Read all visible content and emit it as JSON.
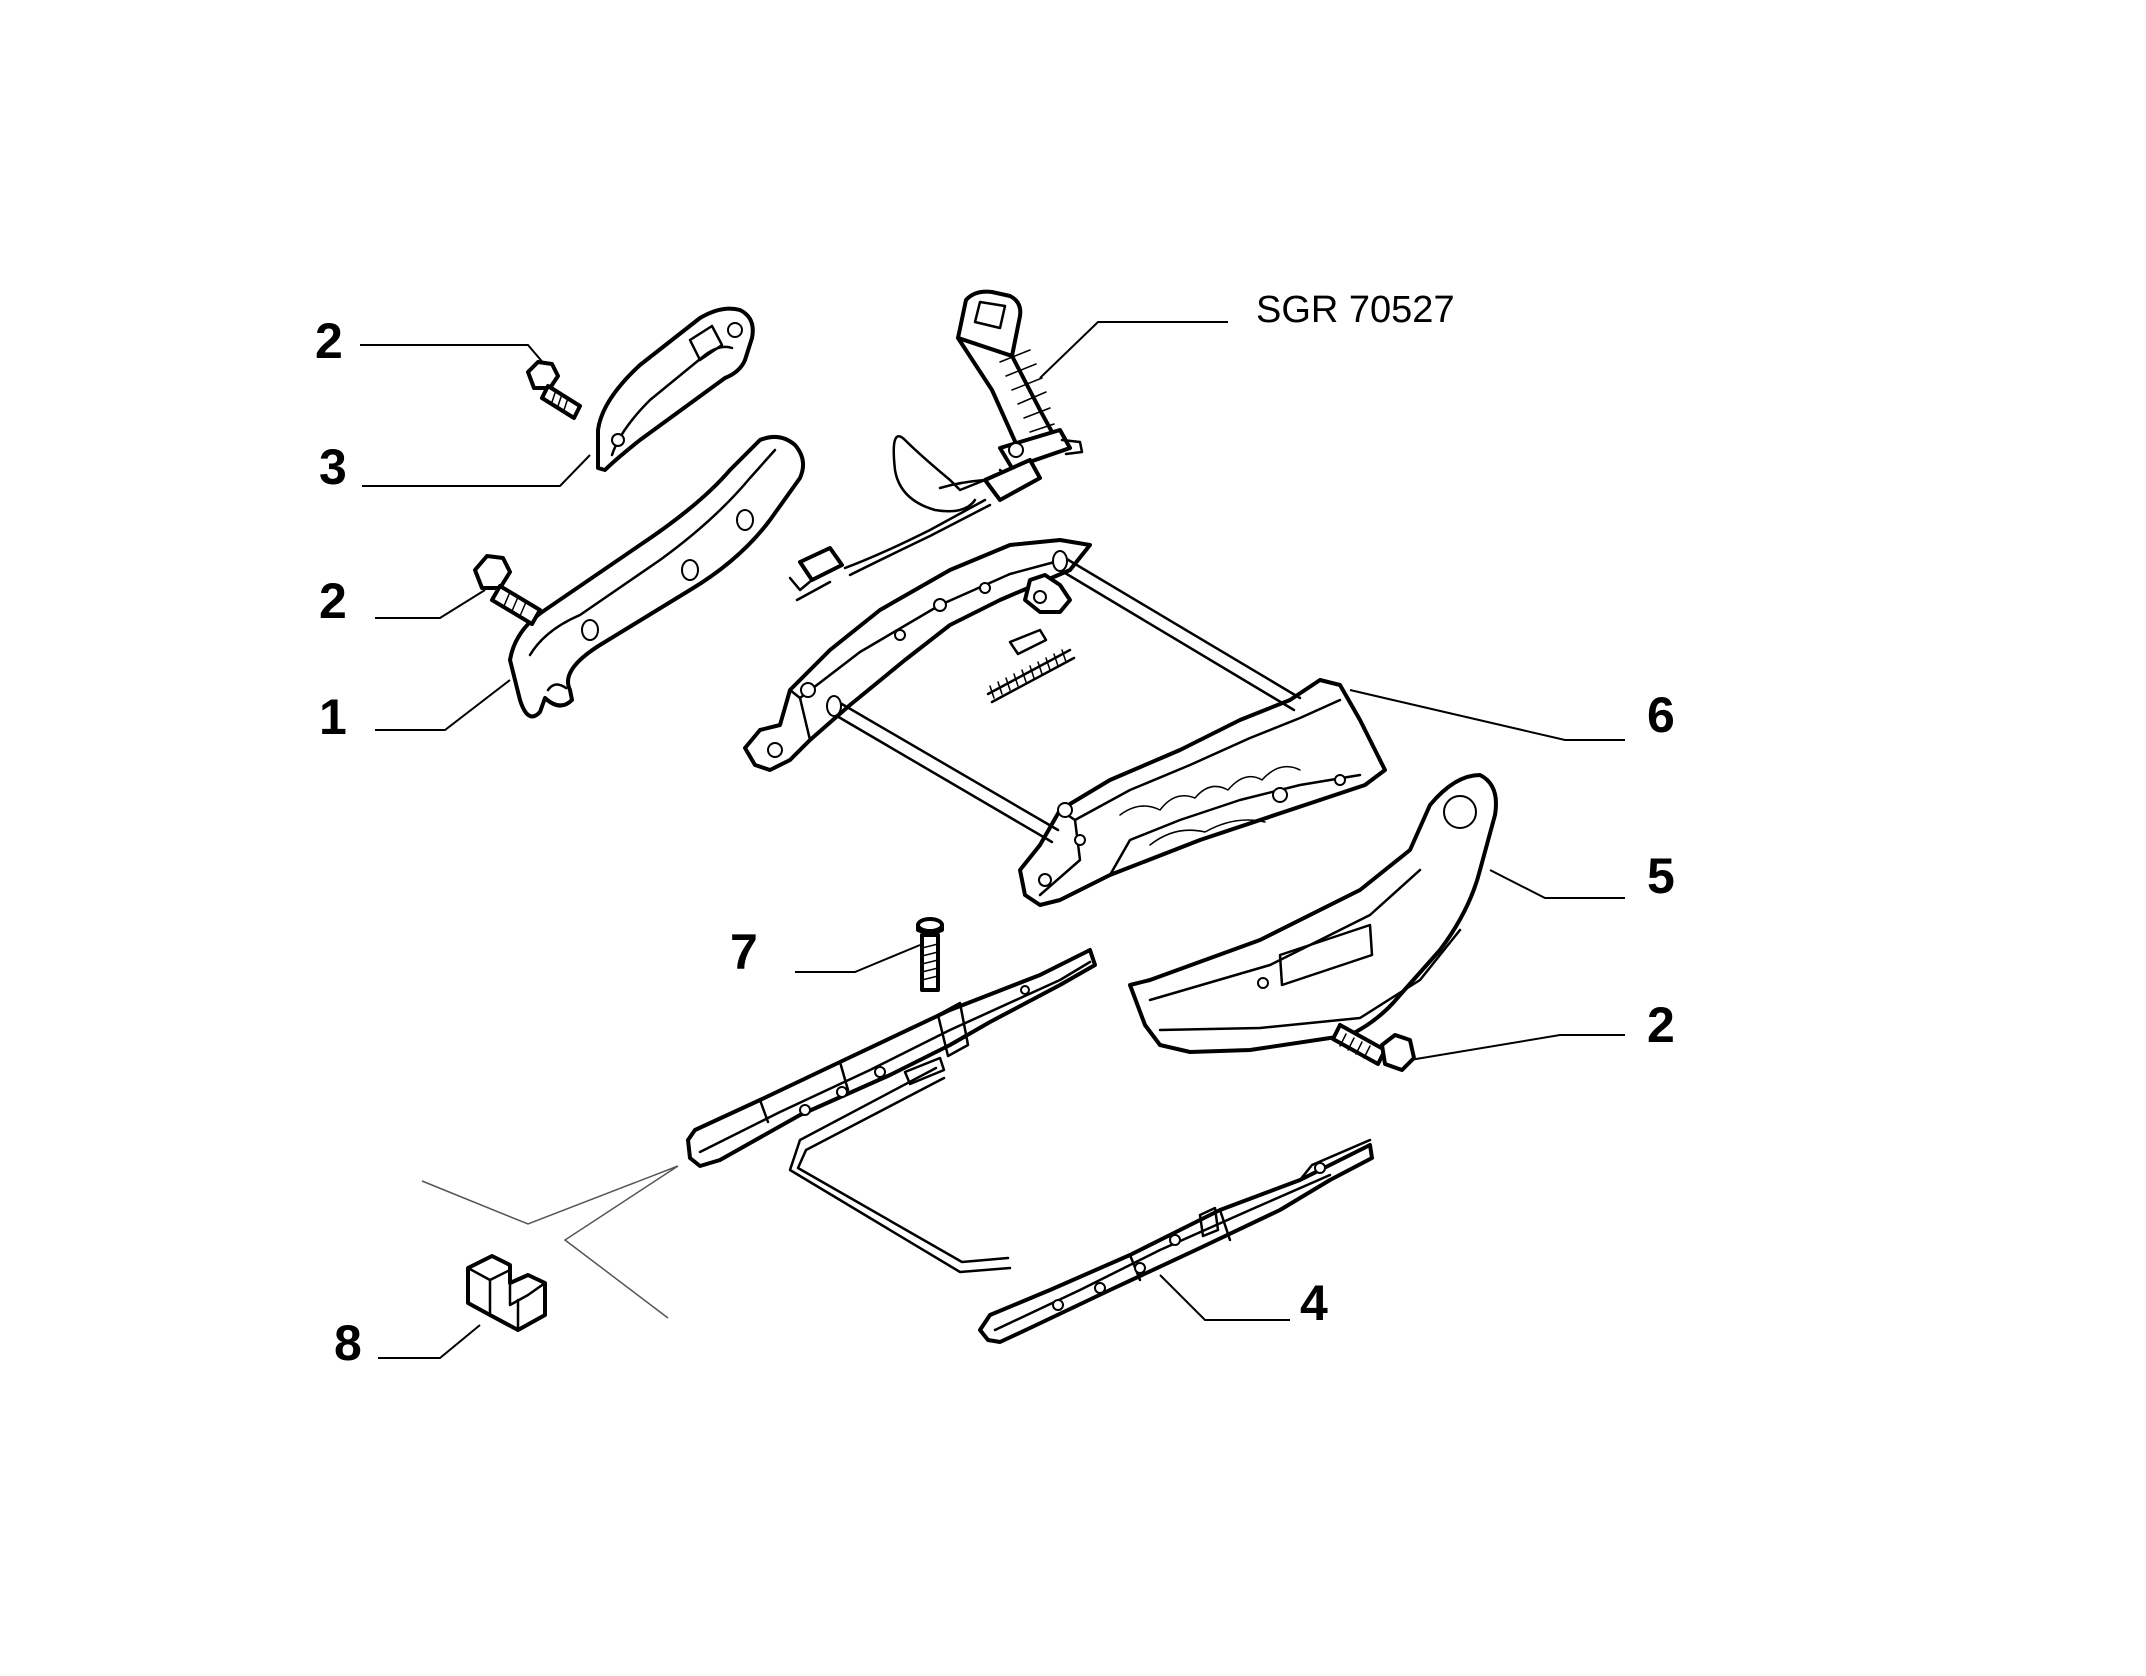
{
  "diagram": {
    "reference_code": "SGR 70527",
    "callouts": [
      {
        "id": "c2a",
        "label": "2"
      },
      {
        "id": "c3",
        "label": "3"
      },
      {
        "id": "c2b",
        "label": "2"
      },
      {
        "id": "c1",
        "label": "1"
      },
      {
        "id": "c6",
        "label": "6"
      },
      {
        "id": "c5",
        "label": "5"
      },
      {
        "id": "c7",
        "label": "7"
      },
      {
        "id": "c2c",
        "label": "2"
      },
      {
        "id": "c4",
        "label": "4"
      },
      {
        "id": "c8",
        "label": "8"
      }
    ]
  }
}
